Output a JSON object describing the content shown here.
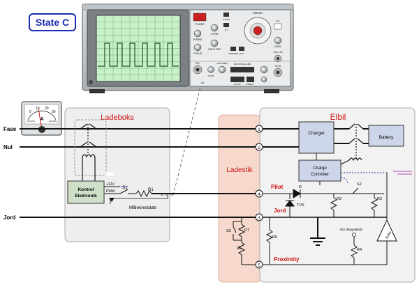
{
  "state_label": "State C",
  "regions": {
    "ladeboks": "Ladeboks",
    "ladestik": "Ladestik",
    "elbil": "Elbil"
  },
  "lines": {
    "fase": "Fase",
    "nul": "Nul",
    "jord_left": "Jord"
  },
  "meter": {
    "unit": "A",
    "scale": [
      "0",
      "10",
      "20",
      "30"
    ],
    "small_left": "DIN 43781",
    "small_right": "IEC 60051"
  },
  "ladeboks": {
    "kontrol_line1": "Kontrol",
    "kontrol_line2": "Elektronik",
    "v12": "+12V",
    "pwm": "PWM",
    "s1": "S1",
    "r1": "R1",
    "maalekreds": "Målekredsløb"
  },
  "elbil": {
    "charger": "Charger",
    "battery": "Battery",
    "controller_line1": "Charge",
    "controller_line2": "Controller",
    "pilot": "Pilot",
    "jord": "Jord",
    "proximity": "Proximity",
    "d": "D",
    "tvs": "TVS",
    "r2": "R2",
    "r3": "R3",
    "s2": "S2",
    "r4": "R4",
    "r5": "R5",
    "r6": "R6",
    "r7": "R7",
    "s3": "S3",
    "v5": "+5V (Regulated)",
    "buffer": "Buffer"
  },
  "pins": [
    "1",
    "2",
    "3",
    "4",
    "5"
  ],
  "scope": {
    "ch1_label": "CH I",
    "ch2_label": "CH II",
    "intens": "INTENS",
    "focus": "FOCUS",
    "hold_off": "HOLD OFF",
    "x_pos": "X-POS",
    "trig": "TRIG. INP",
    "ac_dc": "AC DC",
    "gd": "GD",
    "time_div": "TIME/DIV",
    "at_norm": "AT/NORM",
    "level": "LEVEL",
    "ext": "EXT",
    "volts_div": "VOLTS/DIV",
    "ch_dual": "CH I/II DUAL ADD",
    "x_y": "X-Y",
    "y_pos": "Y-POS",
    "invert": "INVERT",
    "x_mag": "X-MAG",
    "cal": "CAL",
    "power": "POWER"
  },
  "colors": {
    "red_text": "#cc1111",
    "blue_border": "#1a2bb5",
    "ladeboks_bg": "#eeeeee",
    "ladestik_bg": "#f6d8cc",
    "elbil_bg": "#f2f2f2"
  }
}
